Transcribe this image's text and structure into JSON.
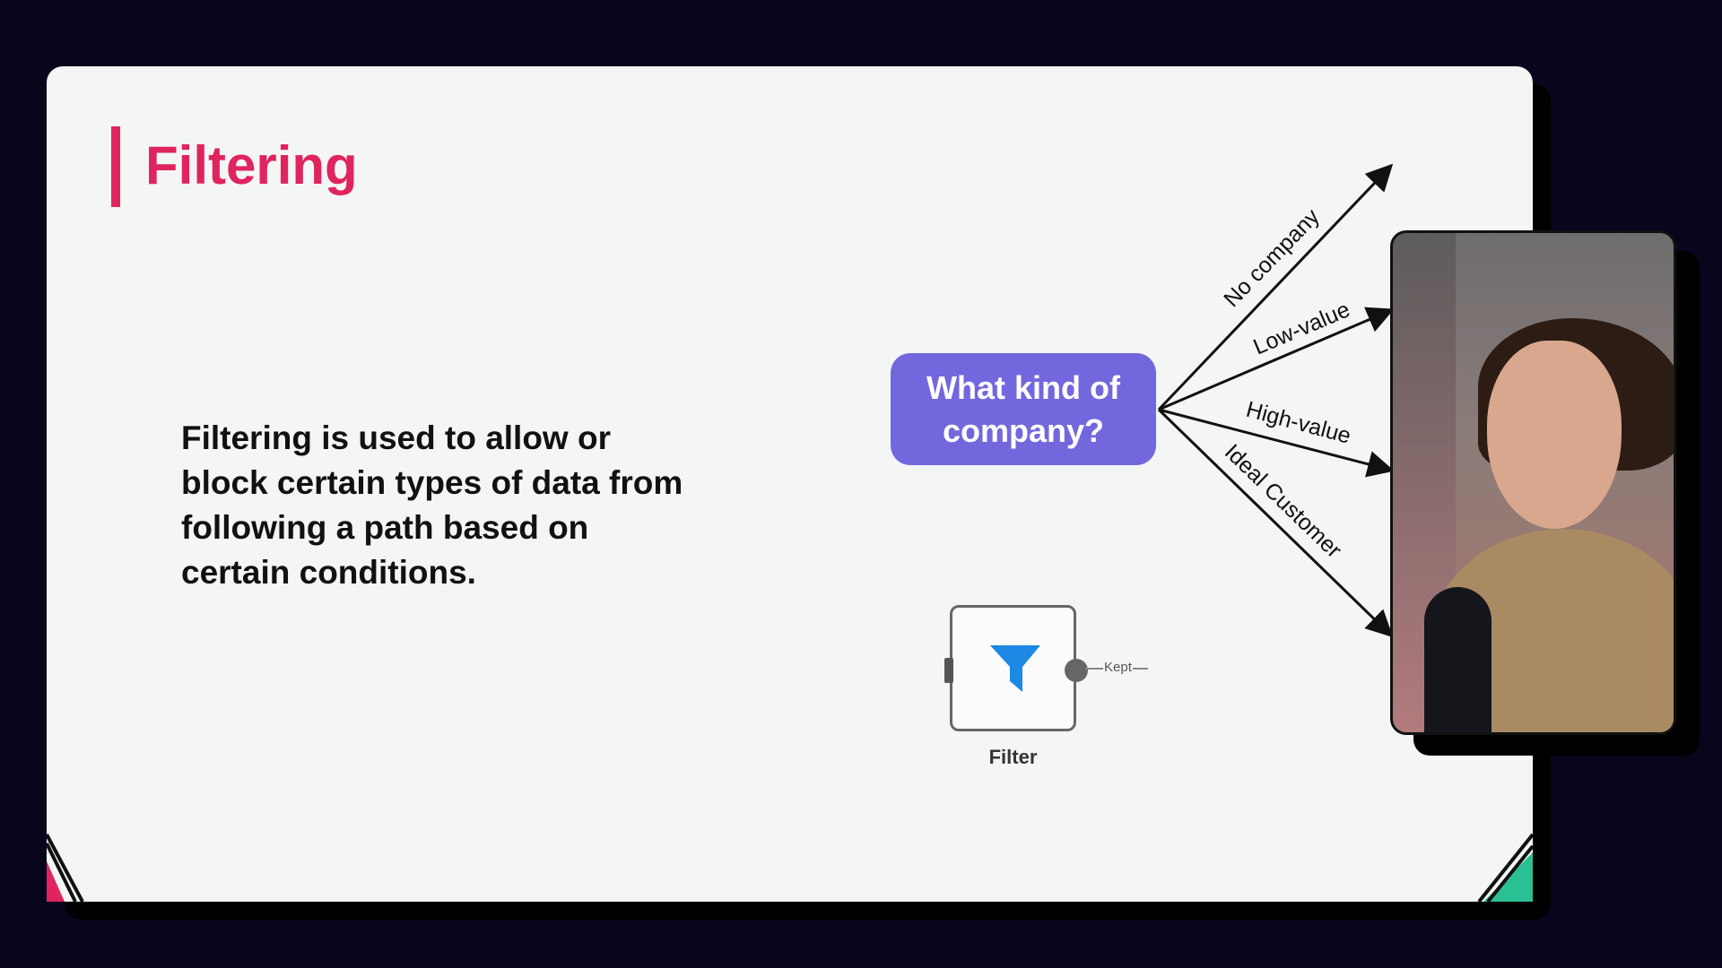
{
  "slide": {
    "title": "Filtering",
    "body": "Filtering is used to allow or block certain types of data from following a path based on certain conditions.",
    "accent_color": "#e0245e",
    "secondary_accent_color": "#2bbf94"
  },
  "diagram": {
    "decision_node": "What kind of company?",
    "decision_color": "#7367de",
    "branches": [
      "No company",
      "Low-value",
      "High-value",
      "Ideal Customer"
    ]
  },
  "filter_node": {
    "label": "Filter",
    "output_label": "Kept",
    "icon": "funnel-icon",
    "icon_color": "#1e88e5"
  },
  "webcam": {
    "icon": "presenter-video"
  }
}
